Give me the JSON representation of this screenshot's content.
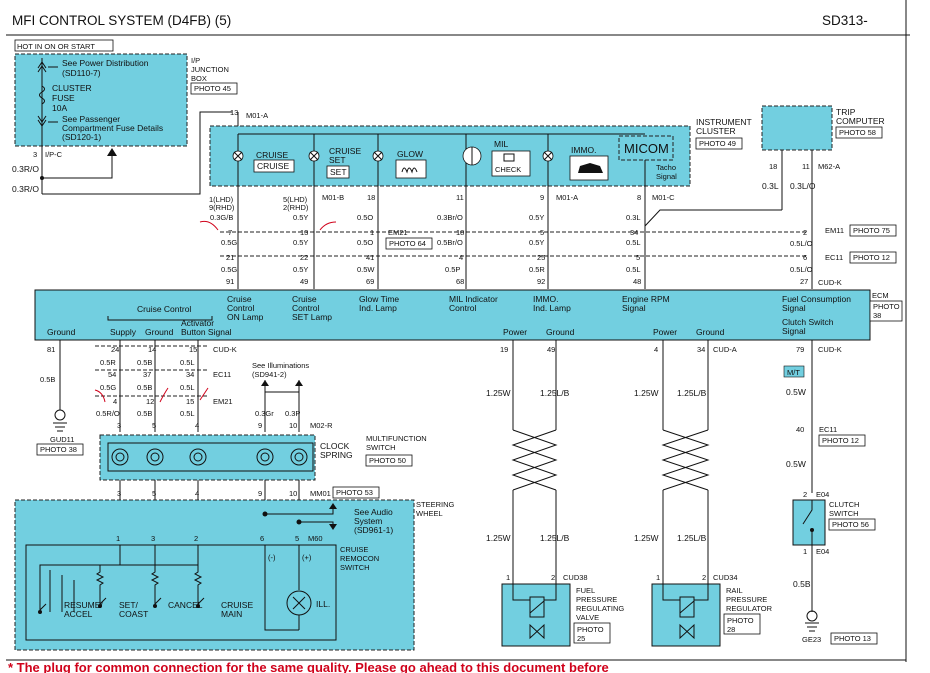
{
  "header": {
    "title": "MFI CONTROL SYSTEM (D4FB) (5)",
    "page_code": "SD313-"
  },
  "footer": {
    "note": "* The plug for common connection for the same quality. Please go ahead to this document before"
  },
  "power_feed": {
    "hot_label": "HOT IN ON OR START",
    "see_power": "See Power Distribution",
    "see_power_ref": "(SD110-7)",
    "fuse_name": "CLUSTER",
    "fuse_word": "FUSE",
    "fuse_amp": "10A",
    "see_passenger": "See Passenger",
    "see_passenger_2": "Compartment Fuse Details",
    "see_passenger_ref": "(SD120-1)",
    "box_name_1": "I/P",
    "box_name_2": "JUNCTION",
    "box_name_3": "BOX",
    "box_photo": "PHOTO 45",
    "pin": "3",
    "conn": "I/P-C",
    "wire_1": "0.3R/O",
    "wire_2": "0.3R/O"
  },
  "cluster": {
    "name_1": "INSTRUMENT",
    "name_2": "CLUSTER",
    "photo": "PHOTO 49",
    "top_pin": "13",
    "top_conn": "M01-A",
    "lamps": {
      "cruise_word": "CRUISE",
      "cruise_box": "CRUISE",
      "cruise_set_1": "CRUISE",
      "cruise_set_2": "SET",
      "cruise_set_box": "SET",
      "glow": "GLOW",
      "mil_1": "MIL",
      "mil_box": "CHECK",
      "immo": "IMMO.",
      "micom": "MICOM",
      "tacho_1": "Tacho",
      "tacho_2": "Signal"
    },
    "conn_b": "M01-B",
    "conn_a": "M01-A",
    "conn_c": "M01-C"
  },
  "trip": {
    "name_1": "TRIP",
    "name_2": "COMPUTER",
    "photo": "PHOTO 58",
    "pin_a": "18",
    "pin_b": "11",
    "conn": "M62-A",
    "wire_a": "0.3L",
    "wire_b": "0.3L/O"
  },
  "upper_wires": {
    "c1_pins": "1(LHD)",
    "c1_pins_2": "9(RHD)",
    "c1_w": "0.3G/B",
    "c1_p2": "7",
    "c1_w2": "0.5G",
    "c1_p3": "21",
    "c1_w3": "0.5G",
    "c1_p4": "91",
    "c2_pins": "5(LHD)",
    "c2_pins_2": "2(RHD)",
    "c2_w": "0.5Y",
    "c2_p2": "13",
    "c2_w2": "0.5Y",
    "c2_p3": "22",
    "c2_w3": "0.5Y",
    "c2_p4": "49",
    "c3_p1": "18",
    "c3_w": "0.5O",
    "c3_p2": "1",
    "c3_w2": "0.5O",
    "c3_p3": "41",
    "c3_w3": "0.5W",
    "c3_p4": "69",
    "c4_p1": "11",
    "c4_w": "0.3Br/O",
    "c4_p2": "18",
    "c4_w2": "0.5Br/O",
    "c4_p3": "4",
    "c4_w3": "0.5P",
    "c4_p4": "68",
    "c5_p1": "9",
    "c5_w": "0.5Y",
    "c5_p2": "5",
    "c5_w2": "0.5Y",
    "c5_p3": "25",
    "c5_w3": "0.5R",
    "c5_p4": "92",
    "c6_p1": "8",
    "c6_w": "0.3L",
    "c6_p2": "34",
    "c6_w2": "0.5L",
    "c6_p3": "5",
    "c6_w3": "0.5L",
    "c6_p4": "48",
    "c7_p2": "2",
    "c7_w2": "0.5L/O",
    "c7_p3": "6",
    "c7_w3": "0.5L/O",
    "c7_p4": "27",
    "em21": "EM21",
    "em21_photo": "PHOTO 64",
    "em11": "EM11",
    "em11_photo": "PHOTO 75",
    "ec11": "EC11",
    "ec11_photo": "PHOTO 12",
    "cudk": "CUD-K"
  },
  "ecm": {
    "name": "ECM",
    "photo": "PHOTO",
    "photo_num": "38",
    "top_labels": {
      "cruise_on_1": "Cruise",
      "cruise_on_2": "Control",
      "cruise_on_3": "ON Lamp",
      "cruise_set_1": "Cruise",
      "cruise_set_2": "Control",
      "cruise_set_3": "SET Lamp",
      "glow_1": "Glow Time",
      "glow_2": "Ind. Lamp",
      "mil_1": "MIL Indicator",
      "mil_2": "Control",
      "immo_1": "IMMO.",
      "immo_2": "Ind. Lamp",
      "rpm_1": "Engine RPM",
      "rpm_2": "Signal",
      "fuel_1": "Fuel Consumption",
      "fuel_2": "Signal",
      "clutch_1": "Clutch Switch",
      "clutch_2": "Signal"
    },
    "bottom_labels": {
      "ground": "Ground",
      "cruise_control": "Cruise Control",
      "supply": "Supply",
      "ground2": "Ground",
      "activator_1": "Activator",
      "activator_2": "Button Signal",
      "power1": "Power",
      "ground3": "Ground",
      "power2": "Power",
      "ground4": "Ground"
    }
  },
  "lower_left": {
    "p81": "81",
    "w_gnd": "0.5B",
    "gnd_name": "GUD11",
    "gnd_photo": "PHOTO 38",
    "p24": "24",
    "p14": "14",
    "p15": "15",
    "cudk": "CUD-K",
    "w1a": "0.5R",
    "w2a": "0.5B",
    "w3a": "0.5L",
    "p54": "54",
    "p37": "37",
    "p34": "34",
    "ec11": "EC11",
    "w1b": "0.5G",
    "w2b": "0.5B",
    "w3b": "0.5L",
    "p4": "4",
    "p12": "12",
    "p15b": "15",
    "em21": "EM21",
    "w1c": "0.5R/O",
    "w2c": "0.5B",
    "w3c": "0.5L",
    "see_illum": "See Illuminations",
    "see_illum_ref": "(SD941-2)",
    "w4": "0.3Gr",
    "w5": "0.3P",
    "p3": "3",
    "p5": "5",
    "p4b": "4",
    "p9": "9",
    "p10": "10",
    "m02r": "M02-R"
  },
  "mf_switch": {
    "name_1": "MULTIFUNCTION",
    "name_2": "SWITCH",
    "clock_1": "CLOCK",
    "clock_2": "SPRING",
    "photo": "PHOTO 50"
  },
  "steering": {
    "p3": "3",
    "p5": "5",
    "p4": "4",
    "p9": "9",
    "p10": "10",
    "mm01": "MM01",
    "mm01_photo": "PHOTO 53",
    "name_1": "STEERING",
    "name_2": "WHEEL",
    "see_audio_1": "See Audio",
    "see_audio_2": "System",
    "see_audio_ref": "(SD961-1)",
    "remocon_1": "CRUISE",
    "remocon_2": "REMOCON",
    "remocon_3": "SWITCH",
    "m60": "M60",
    "pin1": "1",
    "pin3": "3",
    "pin2": "2",
    "pin6": "6",
    "pin5": "5",
    "minus": "(-)",
    "plus": "(+)",
    "resume_1": "RESUME/",
    "resume_2": "ACCEL",
    "set_1": "SET/",
    "set_2": "COAST",
    "cancel": "CANCEL",
    "main_1": "CRUISE",
    "main_2": "MAIN",
    "ill": "ILL."
  },
  "valves": {
    "p19": "19",
    "p49": "49",
    "p4": "4",
    "p34": "34",
    "cuda": "CUD-A",
    "w_a": "1.25W",
    "w_b": "1.25L/B",
    "w_c": "1.25W",
    "w_d": "1.25L/B",
    "w_a2": "1.25W",
    "w_b2": "1.25L/B",
    "w_c2": "1.25W",
    "w_d2": "1.25L/B",
    "fp_pin1": "1",
    "fp_pin2": "2",
    "fp_conn": "CUD38",
    "fp_name_1": "FUEL",
    "fp_name_2": "PRESSURE",
    "fp_name_3": "REGULATING",
    "fp_name_4": "VALVE",
    "fp_photo_1": "PHOTO",
    "fp_photo_2": "25",
    "rp_pin1": "1",
    "rp_pin2": "2",
    "rp_conn": "CUD34",
    "rp_name_1": "RAIL",
    "rp_name_2": "PRESSURE",
    "rp_name_3": "REGULATOR",
    "rp_photo_1": "PHOTO",
    "rp_photo_2": "28"
  },
  "clutch": {
    "p79": "79",
    "cudk": "CUD-K",
    "mt": "M/T",
    "w1": "0.5W",
    "p40": "40",
    "ec11": "EC11",
    "ec11_photo": "PHOTO 12",
    "w2": "0.5W",
    "p2": "2",
    "e04a": "E04",
    "name_1": "CLUTCH",
    "name_2": "SWITCH",
    "photo": "PHOTO 56",
    "p1": "1",
    "e04b": "E04",
    "w3": "0.5B",
    "gnd": "GE23",
    "gnd_photo": "PHOTO 13"
  }
}
